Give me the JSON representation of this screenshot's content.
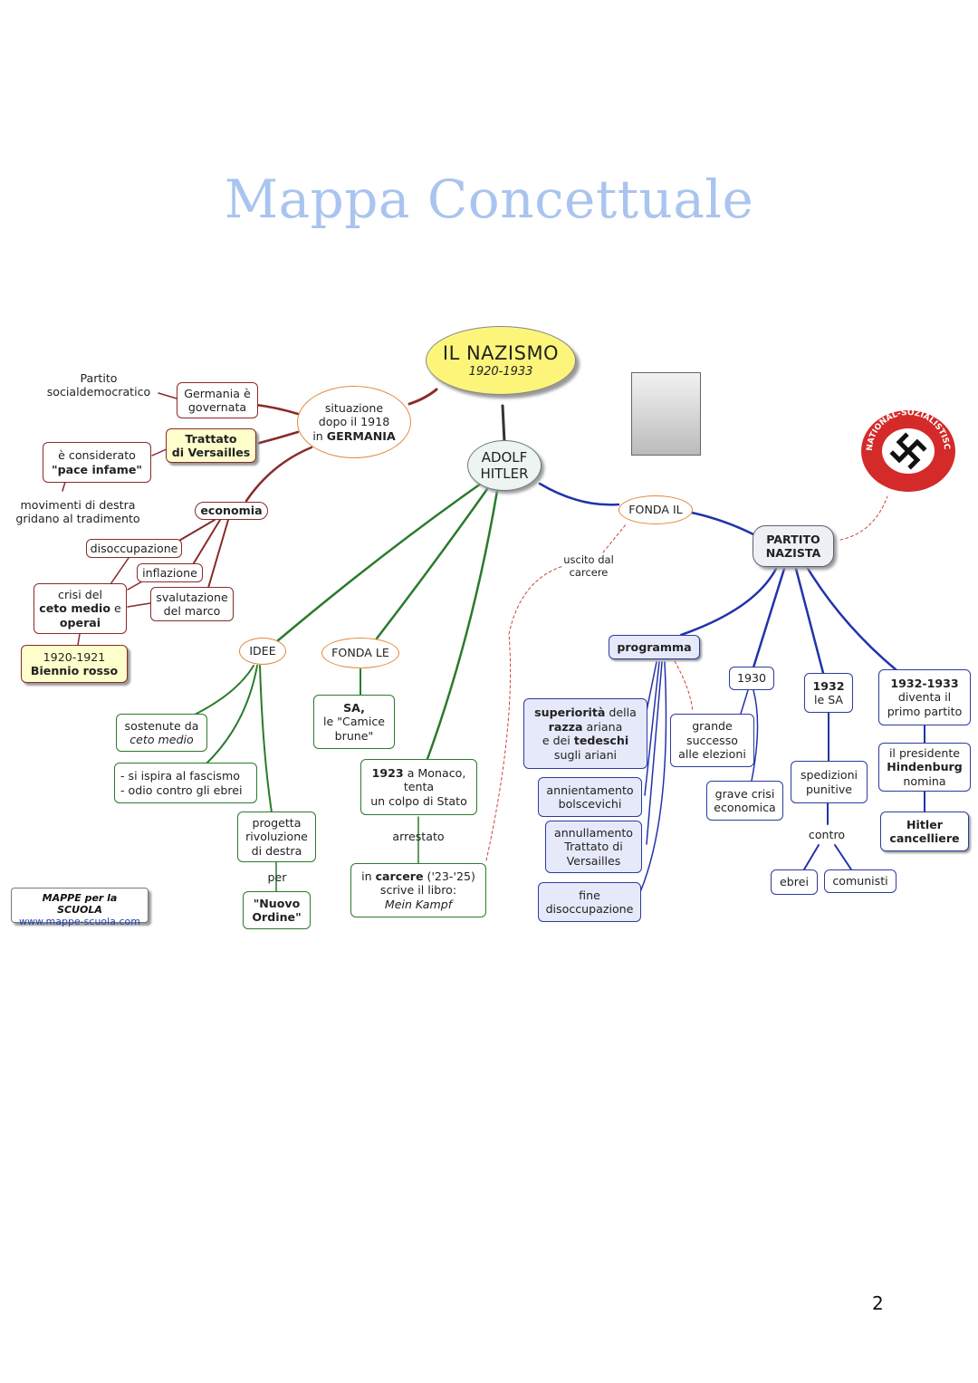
{
  "page": {
    "title": "Mappa Concettuale",
    "page_number": "2"
  },
  "credit": {
    "title": "MAPPE per la SCUOLA",
    "url": "www.mappe-scuola.com"
  },
  "emblem": {
    "text": "NATIONAL-SOZIALISTISCHE D.A.P.",
    "icon": "swastika-emblem-icon"
  },
  "nodes": {
    "main": {
      "l1": "IL NAZISMO",
      "l2": "1920-1933"
    },
    "hitler": {
      "l1": "ADOLF",
      "l2": "HITLER"
    },
    "situazione": {
      "l1": "situazione",
      "l2": "dopo il 1918",
      "l3a": "in ",
      "l3b": "GERMANIA"
    },
    "partito_sd": {
      "l1": "Partito",
      "l2": "socialdemocratico"
    },
    "governata": {
      "l1": "Germania è",
      "l2": "governata"
    },
    "trattato": {
      "l1": "Trattato",
      "l2": "di Versailles"
    },
    "considerato": {
      "l1": "è considerato",
      "l2": "\"pace infame\""
    },
    "movimenti": {
      "l1": "movimenti di destra",
      "l2": "gridano al tradimento"
    },
    "economia": {
      "l1": "economia"
    },
    "disoccupazione": {
      "l1": "disoccupazione"
    },
    "inflazione": {
      "l1": "inflazione"
    },
    "crisi_ceto": {
      "l1": "crisi del",
      "l2a": "ceto medio",
      "l2b": " e",
      "l3": "operai"
    },
    "svalutazione": {
      "l1": "svalutazione",
      "l2": "del marco"
    },
    "biennio": {
      "l1": "1920-1921",
      "l2": "Biennio rosso"
    },
    "idee": {
      "l1": "IDEE"
    },
    "sostenute": {
      "l1": "sostenute da",
      "l2": "ceto medio"
    },
    "ispira": {
      "l1": "- si ispira al fascismo",
      "l2": "- odio contro gli ebrei"
    },
    "progetta": {
      "l1": "progetta",
      "l2": "rivoluzione",
      "l3": "di destra"
    },
    "per": {
      "l1": "per"
    },
    "nuovo_ordine": {
      "l1": "\"Nuovo",
      "l2": "Ordine\""
    },
    "fonda_le": {
      "l1": "FONDA LE"
    },
    "sa": {
      "l1": "SA,",
      "l2": "le \"Camice",
      "l3": "brune\""
    },
    "monaco": {
      "l1a": "1923",
      "l1b": " a Monaco,",
      "l2": "tenta",
      "l3": "un colpo di Stato"
    },
    "arrestato": {
      "l1": "arrestato"
    },
    "carcere": {
      "l1a": "in ",
      "l1b": "carcere",
      "l1c": " ('23-'25)",
      "l2": "scrive il libro:",
      "l3": "Mein Kampf"
    },
    "uscito": {
      "l1": "uscito dal",
      "l2": "carcere"
    },
    "fonda_il": {
      "l1": "FONDA IL"
    },
    "partito": {
      "l1": "PARTITO",
      "l2": "NAZISTA"
    },
    "programma": {
      "l1": "programma"
    },
    "superiorita": {
      "l1a": "superiorità",
      "l1b": " della",
      "l2a": "razza",
      "l2b": " ariana",
      "l3a": "e dei ",
      "l3b": "tedeschi",
      "l4": "sugli ariani"
    },
    "annientamento": {
      "l1": "annientamento",
      "l2": "bolscevichi"
    },
    "annullamento": {
      "l1": "annullamento",
      "l2": "Trattato di",
      "l3": "Versailles"
    },
    "fine_dis": {
      "l1": "fine",
      "l2": "disoccupazione"
    },
    "grande": {
      "l1": "grande",
      "l2": "successo",
      "l3": "alle elezioni"
    },
    "y1930": {
      "l1": "1930"
    },
    "grave": {
      "l1": "grave crisi",
      "l2": "economica"
    },
    "y1932": {
      "l1": "1932",
      "l2": "le SA"
    },
    "spedizioni": {
      "l1": "spedizioni",
      "l2": "punitive"
    },
    "contro": {
      "l1": "contro"
    },
    "ebrei": {
      "l1": "ebrei"
    },
    "comunisti": {
      "l1": "comunisti"
    },
    "y1932_33": {
      "l1": "1932-1933",
      "l2": "diventa il",
      "l3": "primo partito"
    },
    "presidente": {
      "l1": "il presidente",
      "l2": "Hindenburg",
      "l3": "nomina"
    },
    "cancelliere": {
      "l1": "Hitler",
      "l2": "cancelliere"
    }
  },
  "colors": {
    "red_branch": "#8a2a2a",
    "green_branch": "#2b7a2b",
    "blue_branch": "#2d3b9c",
    "title": "#a9c4ef",
    "main_fill": "#fdf57a",
    "highlight_fill": "#ffffcc",
    "blue_fill": "#e6e9fa"
  }
}
